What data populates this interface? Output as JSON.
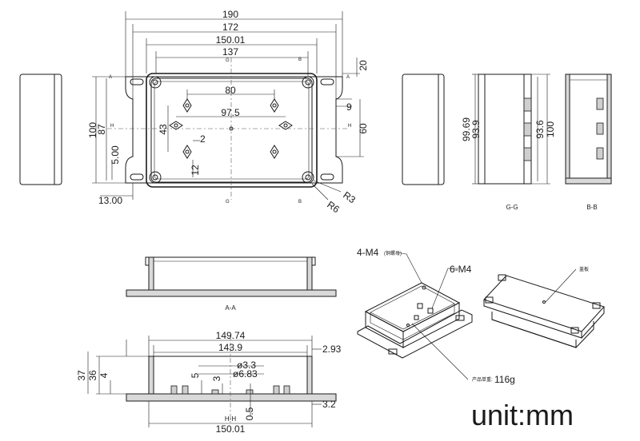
{
  "top_view": {
    "dims": {
      "w190": "190",
      "w172": "172",
      "w150": "150.01",
      "w137": "137",
      "w80": "80",
      "w97": "97.5",
      "h100": "100",
      "h87": "87",
      "h43": "43",
      "h60": "60",
      "h20": "20",
      "h9": "9",
      "h5": "5.00",
      "h2": "2",
      "h12": "12",
      "w13": "13.00",
      "r3": "R3",
      "r6": "R6"
    },
    "section_marks": {
      "a": "A",
      "b": "B",
      "g": "G",
      "h": "H"
    }
  },
  "side_dims": {
    "h9969": "99.69",
    "h939": "93.9",
    "h936": "93.6",
    "h100": "100"
  },
  "captions": {
    "gg": "G-G",
    "bb": "B-B",
    "aa": "A-A",
    "hh": "H-H"
  },
  "bottom_dims": {
    "w14974": "149.74",
    "w1439": "143.9",
    "d293": "2.93",
    "h37": "37",
    "h36": "36",
    "h4": "4",
    "d33": "ø3.3",
    "d683": "ø6.83",
    "h5": "5",
    "h3": "3",
    "h05": "0.5",
    "d32": "3.2",
    "w15001": "150.01"
  },
  "iso_labels": {
    "m4_4": "4-M4",
    "m4_note": "(铜螺母)",
    "m6": "6-M4",
    "weight_label": "产品单重:",
    "weight": "116g",
    "lid": "盖板"
  },
  "unit_label": "unit:mm"
}
